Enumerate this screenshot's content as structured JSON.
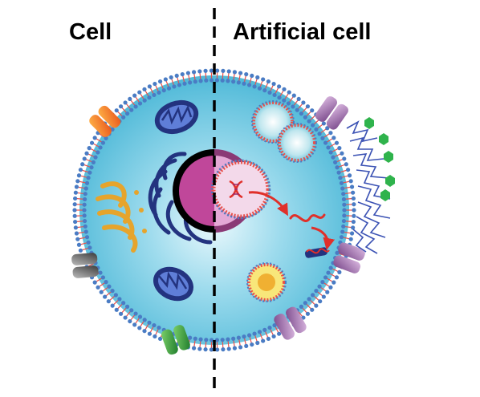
{
  "titles": {
    "left": "Cell",
    "right": "Artificial cell"
  },
  "colors": {
    "cytoplasm": "#5ec6e0",
    "membrane_head": "#4a7cc4",
    "membrane_tail": "#e8504a",
    "nucleus": "#c0479a",
    "mitochondria": "#23337f",
    "golgi": "#e6a42c",
    "channel_orange": "#f27a22",
    "channel_gray": "#555555",
    "channel_green": "#2e9b3a",
    "channel_purple": "#9b6aa6",
    "dna": "#e0302a",
    "glycan": "#3b52b4",
    "glycan_tip": "#2fb34c"
  },
  "icons": {
    "divider": "dashed-divider-line",
    "arrow": "red-curved-arrow"
  }
}
